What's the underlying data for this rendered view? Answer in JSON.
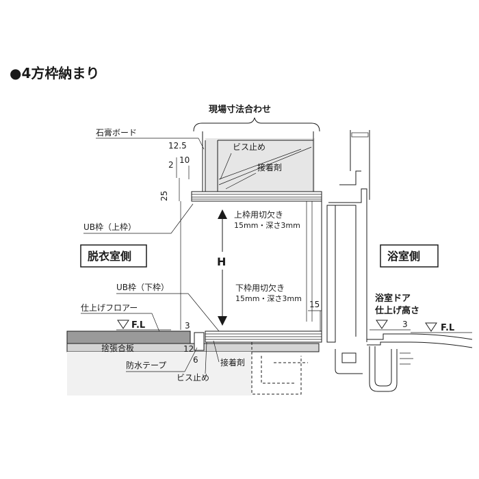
{
  "title": "●4方枠納まり",
  "labels": {
    "site_dimension": "現場寸法合わせ",
    "gypsum_board": "石膏ボード",
    "dim_12_5": "12.5",
    "dim_2": "2",
    "dim_10": "10",
    "dim_25": "25",
    "screw_top": "ビス止め",
    "adhesive_top": "接着剤",
    "ub_frame_top": "UB枠（上枠）",
    "upper_cut_1": "上枠用切欠き",
    "upper_cut_2": "15mm・深さ3mm",
    "dressing_room": "脱衣室側",
    "bathroom": "浴室側",
    "height_mark": "H",
    "ub_frame_bottom": "UB枠（下枠）",
    "lower_cut_1": "下枠用切欠き",
    "lower_cut_2": "15mm・深さ3mm",
    "dim_15": "15",
    "finish_floor": "仕上げフロアー",
    "fl_left": "F.L",
    "fl_right": "F.L",
    "dim_3_left": "3",
    "dim_3_right": "3",
    "dim_12": "12",
    "dim_6": "6",
    "subfloor": "捨張合板",
    "waterproof_tape": "防水テープ",
    "screw_bottom": "ビス止め",
    "adhesive_bottom": "接着剤",
    "bath_door_1": "浴室ドア",
    "bath_door_2": "仕上げ高さ"
  }
}
